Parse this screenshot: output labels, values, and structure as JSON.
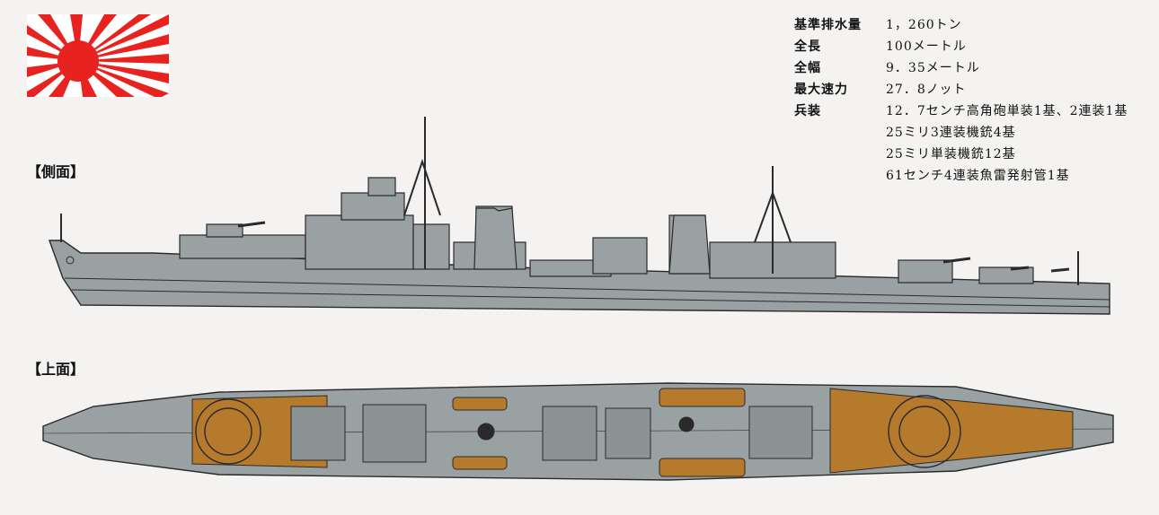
{
  "labels": {
    "side": "【側面】",
    "top": "【上面】"
  },
  "specs": [
    {
      "key": "基準排水量",
      "lines": [
        "1，260トン"
      ]
    },
    {
      "key": "全長",
      "lines": [
        "100メートル"
      ]
    },
    {
      "key": "全幅",
      "lines": [
        "9．35メートル"
      ]
    },
    {
      "key": "最大速力",
      "lines": [
        "27．8ノット"
      ]
    },
    {
      "key": "兵装",
      "lines": [
        "12．7センチ高角砲単装1基、2連装1基",
        "25ミリ3連装機銃4基",
        "25ミリ単装機銃12基",
        "61センチ4連装魚雷発射管1基"
      ]
    }
  ],
  "colors": {
    "background": "#f4f3f1",
    "flag_red": "#e8231f",
    "hull_gray": "#9aa1a3",
    "deck_wood": "#b57a2c",
    "outline": "#2a2a2a"
  },
  "icons": {
    "flag": "rising-sun-flag",
    "side_view": "destroyer-side-profile",
    "top_view": "destroyer-plan-view"
  }
}
